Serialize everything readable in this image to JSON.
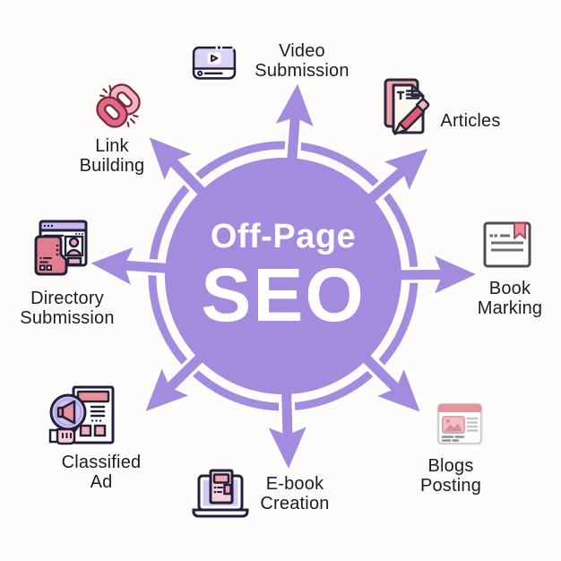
{
  "infographic": {
    "center": {
      "title_line1": "Off-Page",
      "title_line2": "SEO"
    },
    "colors": {
      "hub_purple": "#a38bde",
      "background": "#fdfcfb",
      "label_text": "#1d1d1f",
      "accent_pink": "#e8939c",
      "light_purple_fill": "#d7c9f3",
      "outline_dark": "#20203a"
    },
    "nodes": [
      {
        "id": "video-submission",
        "icon": "video-player-icon",
        "lines": [
          "Video",
          "Submission"
        ]
      },
      {
        "id": "articles",
        "icon": "article-pencil-icon",
        "lines": [
          "Articles"
        ]
      },
      {
        "id": "book-marking",
        "icon": "bookmark-document-icon",
        "lines": [
          "Book",
          "Marking"
        ]
      },
      {
        "id": "blogs-posting",
        "icon": "blog-page-icon",
        "lines": [
          "Blogs",
          "Posting"
        ]
      },
      {
        "id": "ebook-creation",
        "icon": "laptop-ebook-icon",
        "lines": [
          "E-book",
          "Creation"
        ]
      },
      {
        "id": "classified-ad",
        "icon": "magnifier-megaphone-icon",
        "lines": [
          "Classified",
          "Ad"
        ]
      },
      {
        "id": "directory-submission",
        "icon": "directory-folder-icon",
        "lines": [
          "Directory",
          "Submission"
        ]
      },
      {
        "id": "link-building",
        "icon": "chain-link-icon",
        "lines": [
          "Link",
          "Building"
        ]
      }
    ],
    "arrow_count": 8
  }
}
